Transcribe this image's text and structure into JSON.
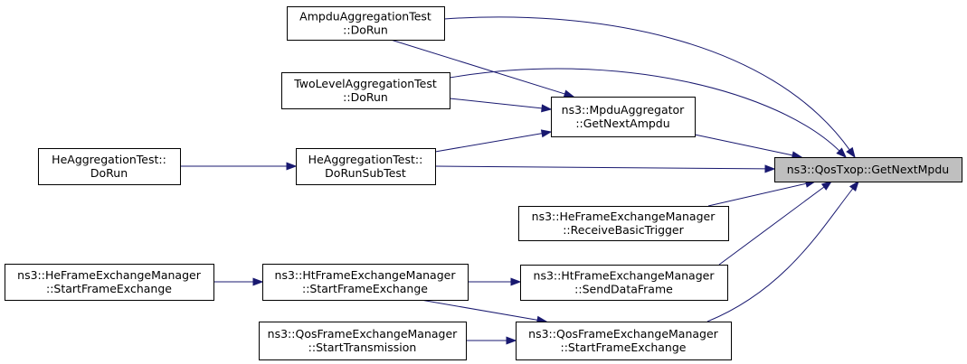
{
  "graph": {
    "nodes": [
      {
        "id": "n0",
        "lines": [
          "ns3::QosTxop::GetNextMpdu"
        ],
        "focus": true
      },
      {
        "id": "n1",
        "lines": [
          "AmpduAggregationTest",
          "::DoRun"
        ]
      },
      {
        "id": "n2",
        "lines": [
          "ns3::MpduAggregator",
          "::GetNextAmpdu"
        ]
      },
      {
        "id": "n3",
        "lines": [
          "TwoLevelAggregationTest",
          "::DoRun"
        ]
      },
      {
        "id": "n4",
        "lines": [
          "HeAggregationTest::",
          "DoRunSubTest"
        ]
      },
      {
        "id": "n5",
        "lines": [
          "HeAggregationTest::",
          "DoRun"
        ]
      },
      {
        "id": "n6",
        "lines": [
          "ns3::HeFrameExchangeManager",
          "::ReceiveBasicTrigger"
        ]
      },
      {
        "id": "n7",
        "lines": [
          "ns3::HtFrameExchangeManager",
          "::SendDataFrame"
        ]
      },
      {
        "id": "n8",
        "lines": [
          "ns3::HtFrameExchangeManager",
          "::StartFrameExchange"
        ]
      },
      {
        "id": "n9",
        "lines": [
          "ns3::HeFrameExchangeManager",
          "::StartFrameExchange"
        ]
      },
      {
        "id": "n10",
        "lines": [
          "ns3::QosFrameExchangeManager",
          "::StartFrameExchange"
        ]
      },
      {
        "id": "n11",
        "lines": [
          "ns3::QosFrameExchangeManager",
          "::StartTransmission"
        ]
      }
    ],
    "edges": [
      {
        "from": "n1",
        "to": "n0"
      },
      {
        "from": "n1",
        "to": "n2"
      },
      {
        "from": "n2",
        "to": "n0"
      },
      {
        "from": "n3",
        "to": "n0"
      },
      {
        "from": "n3",
        "to": "n2"
      },
      {
        "from": "n4",
        "to": "n2"
      },
      {
        "from": "n4",
        "to": "n0"
      },
      {
        "from": "n5",
        "to": "n4"
      },
      {
        "from": "n6",
        "to": "n0"
      },
      {
        "from": "n7",
        "to": "n0"
      },
      {
        "from": "n8",
        "to": "n7"
      },
      {
        "from": "n8",
        "to": "n10"
      },
      {
        "from": "n9",
        "to": "n8"
      },
      {
        "from": "n10",
        "to": "n0"
      },
      {
        "from": "n11",
        "to": "n10"
      }
    ],
    "colors": {
      "edge": "#191970",
      "focus_fill": "#bfbfbf",
      "node_fill": "#ffffff",
      "border": "#000000"
    }
  }
}
